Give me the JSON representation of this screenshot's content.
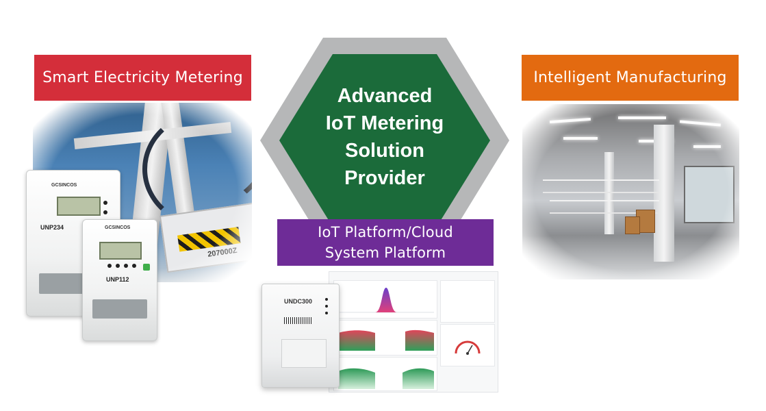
{
  "headers": {
    "left": "Smart Electricity Metering",
    "right": "Intelligent Manufacturing",
    "bottom_line1": "IoT Platform/Cloud",
    "bottom_line2": "System Platform"
  },
  "center": {
    "line1": "Advanced",
    "line2": "IoT Metering",
    "line3": "Solution",
    "line4": "Provider"
  },
  "meters": {
    "brand": "GCSINCOS",
    "model_a": "UNP234",
    "model_b": "UNP112",
    "device": "UNDC300",
    "plate": "207000Z"
  },
  "colors": {
    "red": "#d42e3a",
    "orange": "#e36a10",
    "purple": "#6e2c97",
    "green": "#1b6b3a",
    "gray": "#b6b7b8"
  }
}
